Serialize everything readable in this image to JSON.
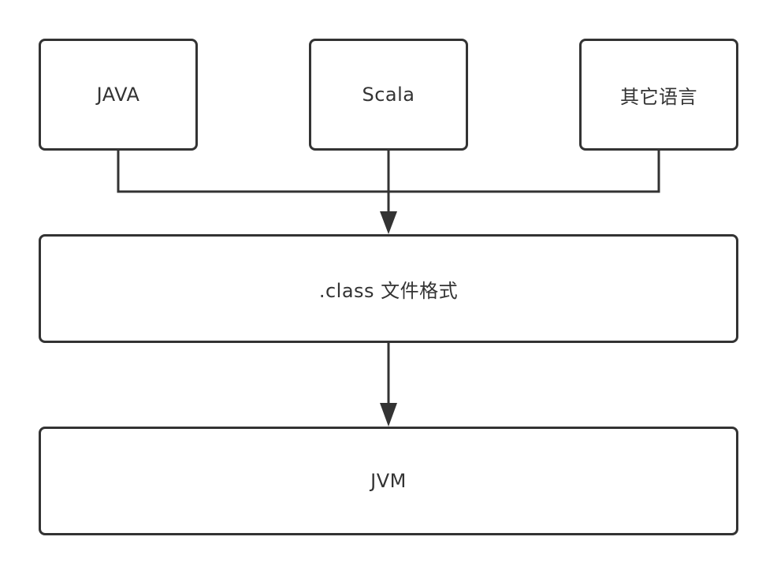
{
  "colors": {
    "stroke": "#333333",
    "background": "#ffffff",
    "text": "#333333"
  },
  "nodes": {
    "java": {
      "label": "JAVA"
    },
    "scala": {
      "label": "Scala"
    },
    "other": {
      "label": "其它语言"
    },
    "class_format": {
      "label": ".class 文件格式"
    },
    "jvm": {
      "label": "JVM"
    }
  },
  "edges": [
    {
      "from": "java",
      "to": "class_format"
    },
    {
      "from": "scala",
      "to": "class_format"
    },
    {
      "from": "other",
      "to": "class_format"
    },
    {
      "from": "class_format",
      "to": "jvm"
    }
  ]
}
